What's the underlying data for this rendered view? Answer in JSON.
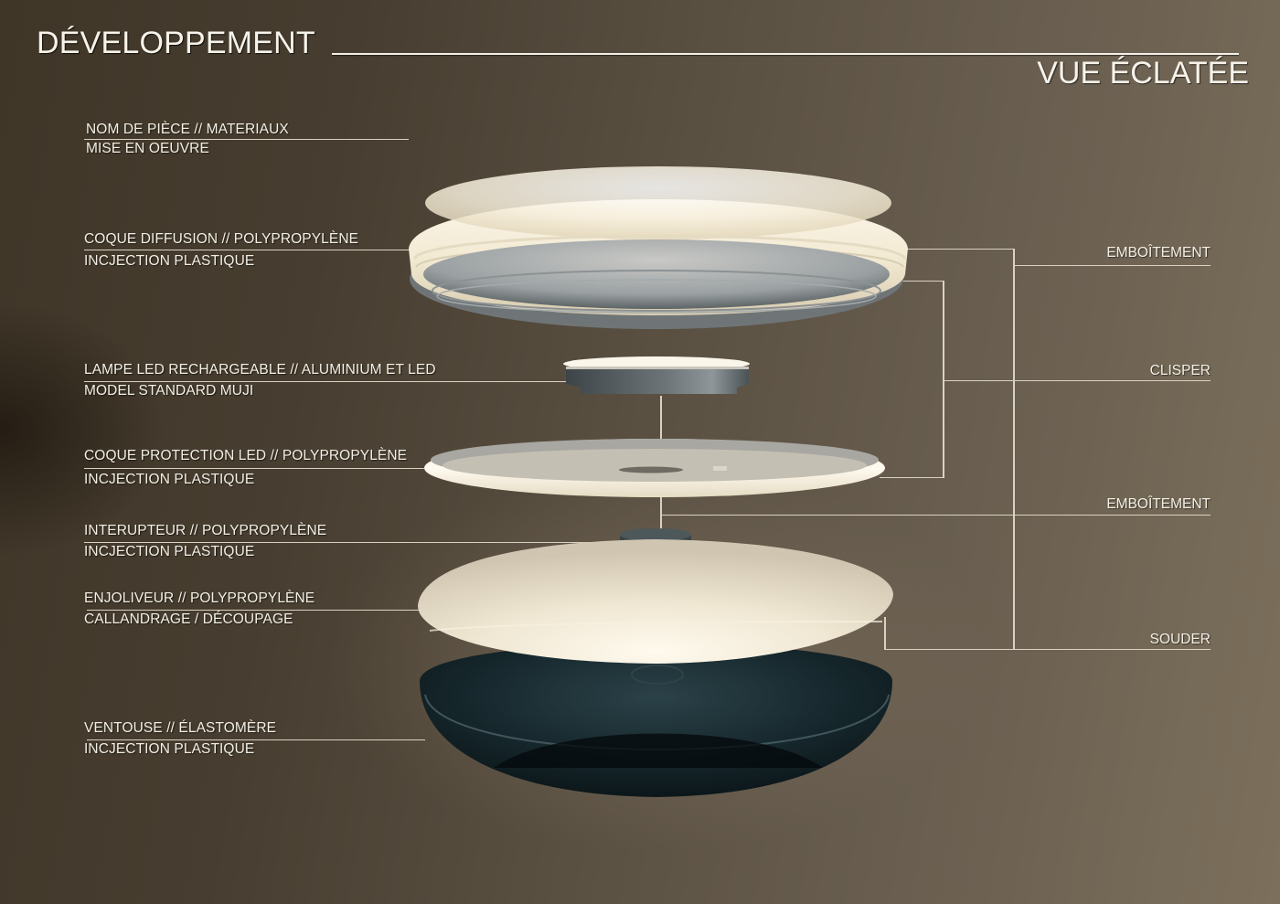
{
  "header": {
    "title": "DÉVELOPPEMENT",
    "subtitle": "VUE ÉCLATÉE"
  },
  "legend": {
    "line1": "NOM DE PIÈCE // MATERIAUX",
    "line2": "MISE EN OEUVRE"
  },
  "parts": [
    {
      "name": "COQUE DIFFUSION // POLYPROPYLÈNE",
      "process": "INCJECTION PLASTIQUE"
    },
    {
      "name": "LAMPE LED RECHARGEABLE // ALUMINIUM ET LED",
      "process": "MODEL STANDARD MUJI"
    },
    {
      "name": "COQUE PROTECTION LED // POLYPROPYLÈNE",
      "process": "INCJECTION PLASTIQUE"
    },
    {
      "name": "INTERUPTEUR // POLYPROPYLÈNE",
      "process": "INCJECTION PLASTIQUE"
    },
    {
      "name": "ENJOLIVEUR // POLYPROPYLÈNE",
      "process": "CALLANDRAGE / DÉCOUPAGE"
    },
    {
      "name": "VENTOUSE // ÉLASTOMÈRE",
      "process": "INCJECTION PLASTIQUE"
    }
  ],
  "assembly": [
    {
      "label": "EMBOÎTEMENT"
    },
    {
      "label": "CLISPER"
    },
    {
      "label": "EMBOÎTEMENT"
    },
    {
      "label": "SOUDER"
    }
  ],
  "colors": {
    "text": "#f3efe4",
    "lines": "#d9d2c2",
    "bg_dark": "#3f3628",
    "bg_light": "#7c705c",
    "cream": "#f1e9d4",
    "dark_slate": "#18272b"
  }
}
